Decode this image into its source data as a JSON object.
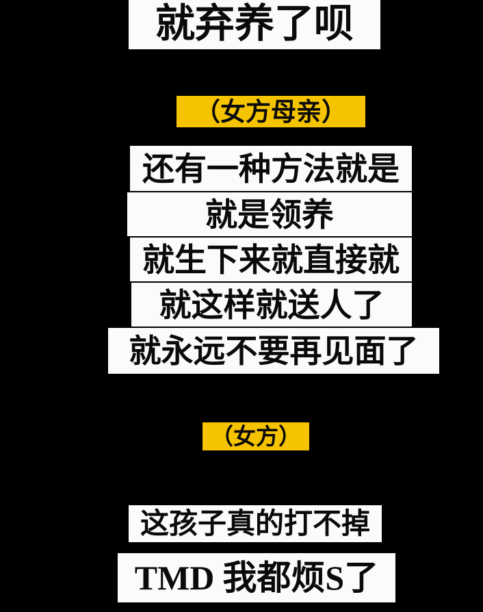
{
  "image": {
    "kind": "hard-subtitled-video-frame",
    "background_color": "#000000",
    "caption_bg_white": "#fbfbfb",
    "caption_bg_yellow": "#f6c300",
    "caption_text_color": "#0a0a0a",
    "language": "zh-Hans"
  },
  "captions": [
    {
      "id": "headline",
      "text": "就弃养了呗",
      "style": "white"
    },
    {
      "id": "tag-mother",
      "text": "（女方母亲）",
      "style": "yellow"
    },
    {
      "id": "line1",
      "text": "还有一种方法就是",
      "style": "white"
    },
    {
      "id": "line2",
      "text": "就是领养",
      "style": "white"
    },
    {
      "id": "line3",
      "text": "就生下来就直接就",
      "style": "white"
    },
    {
      "id": "line4",
      "text": "就这样就送人了",
      "style": "white"
    },
    {
      "id": "line5",
      "text": "就永远不要再见面了",
      "style": "white"
    },
    {
      "id": "tag-woman",
      "text": "（女方）",
      "style": "yellow"
    },
    {
      "id": "line6",
      "text": "这孩子真的打不掉",
      "style": "white"
    },
    {
      "id": "line7",
      "latin_prefix": "TMD",
      "chinese_mid": "我都烦",
      "latin_inner": "S",
      "chinese_tail": "了",
      "text": "TMD 我都烦S了",
      "style": "white"
    }
  ]
}
